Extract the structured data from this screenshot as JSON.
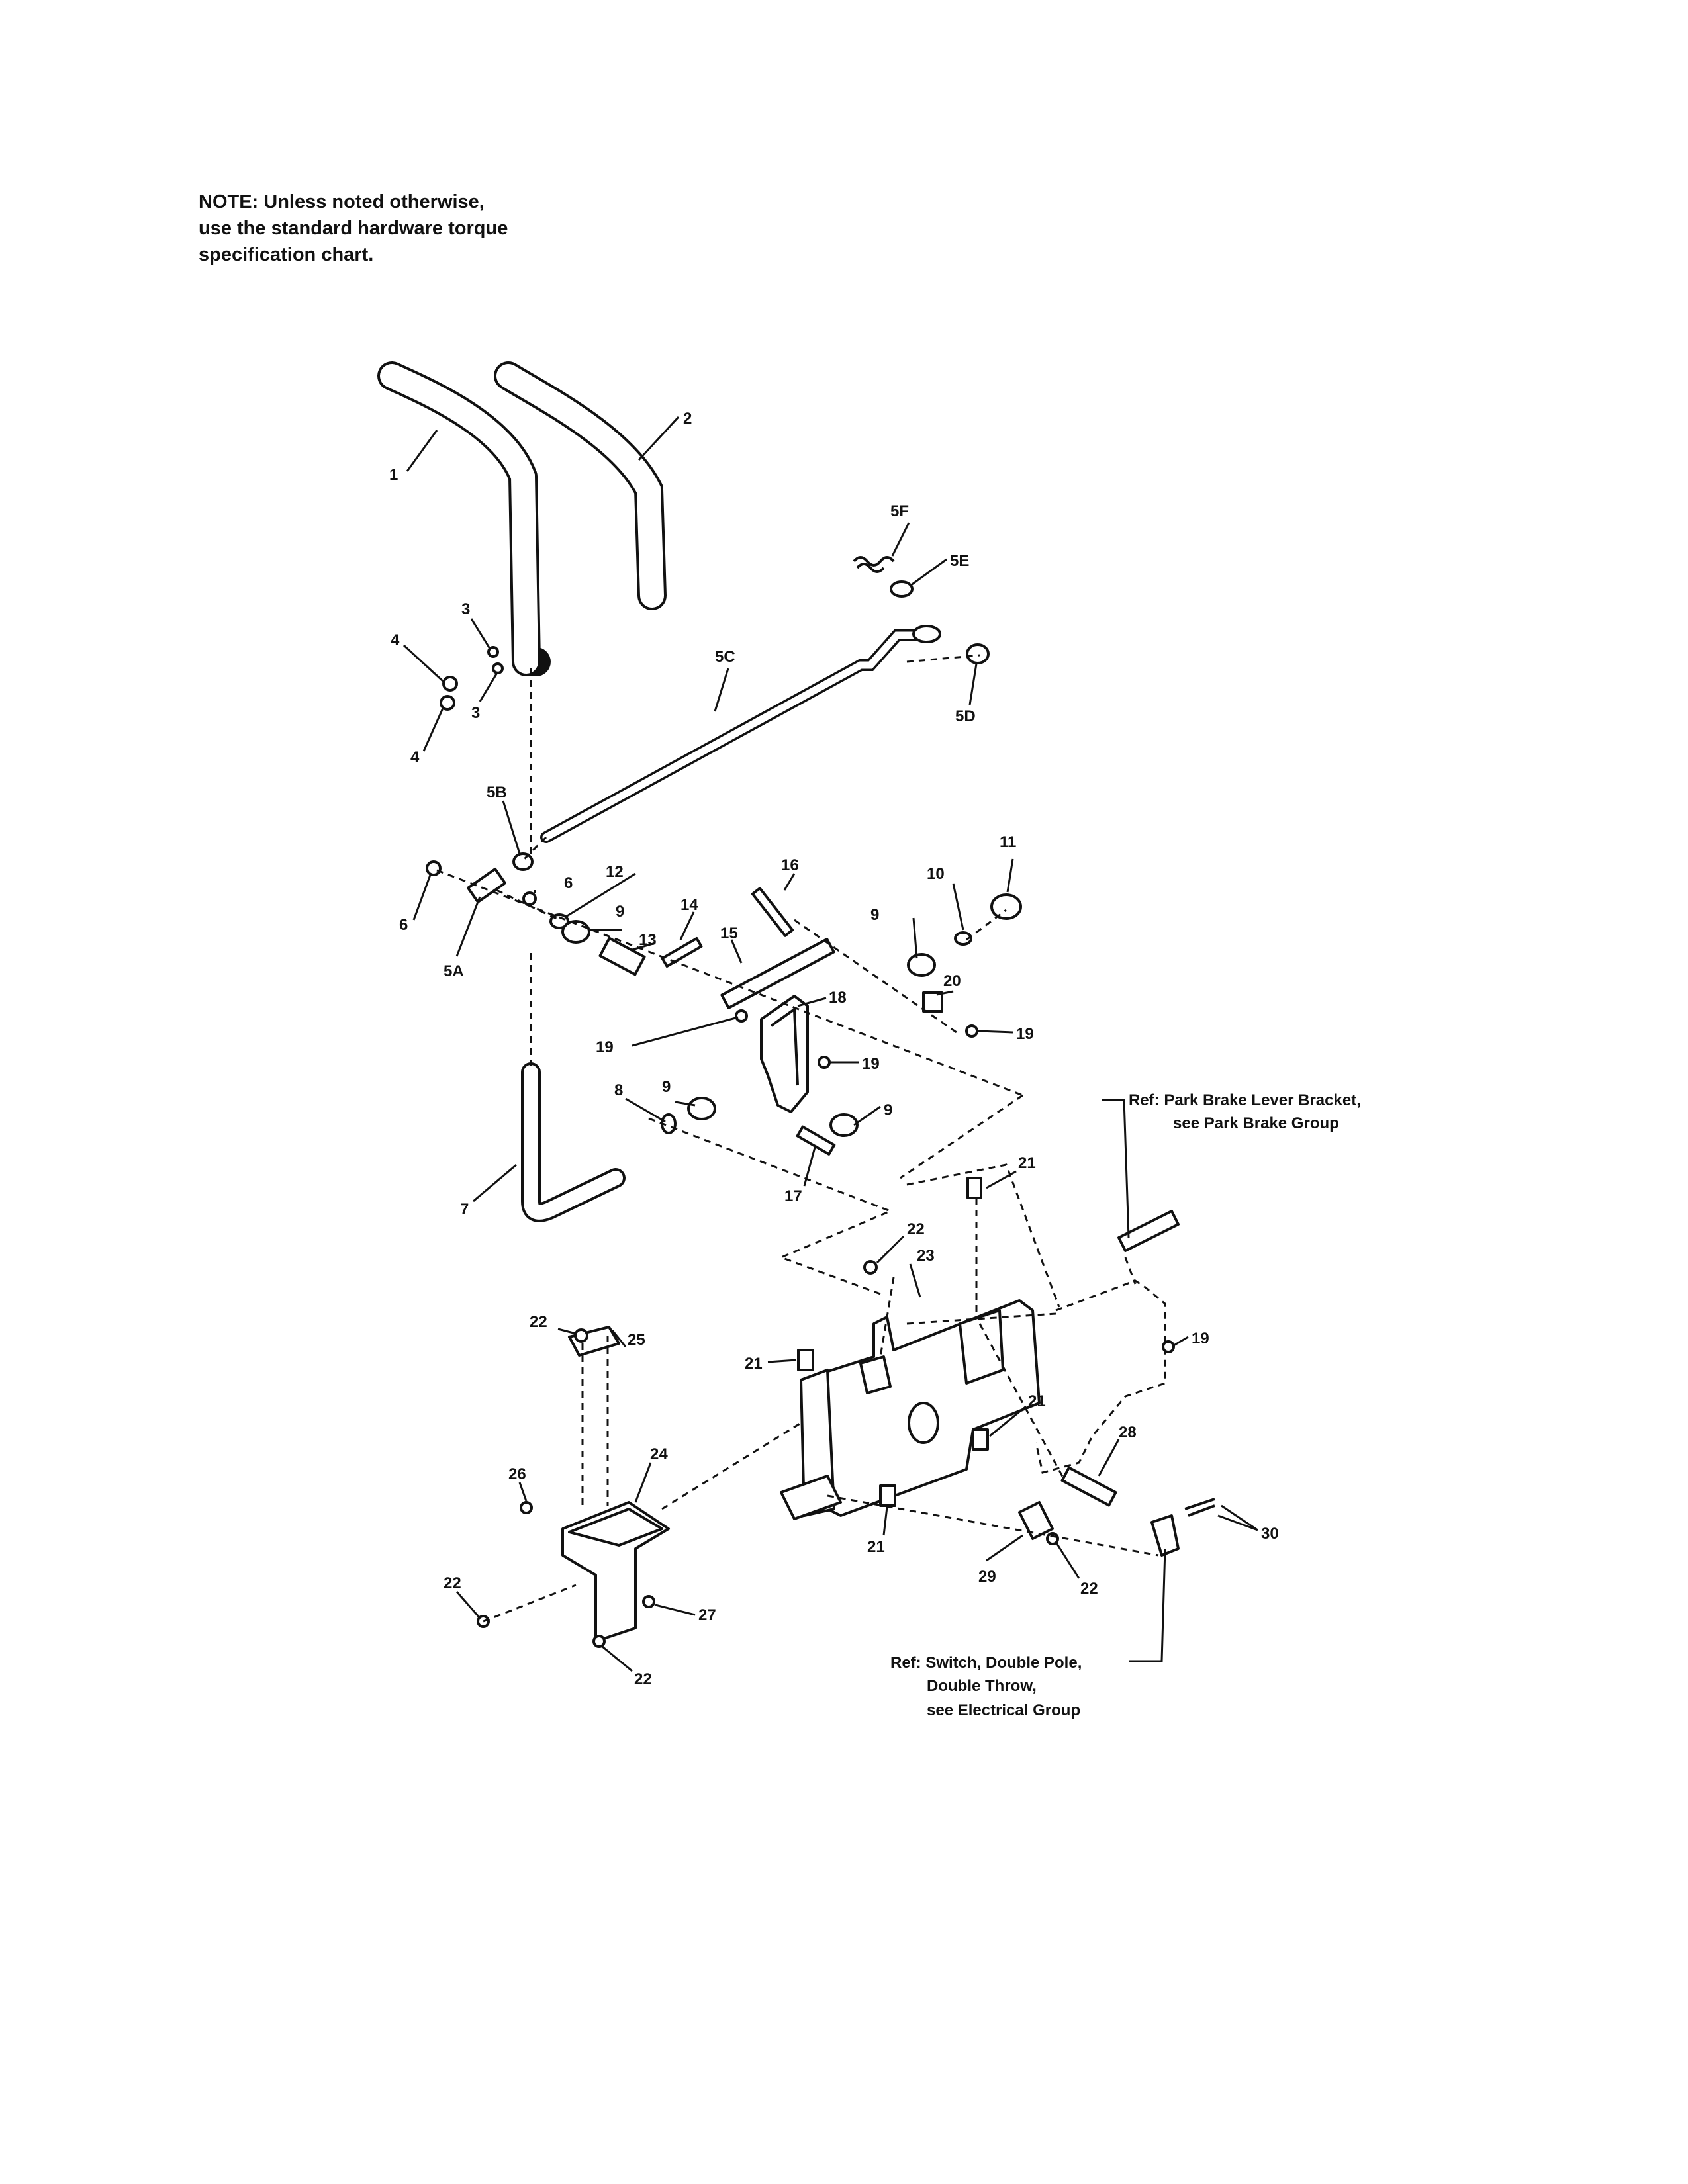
{
  "note": {
    "lines": [
      "NOTE: Unless noted otherwise,",
      "use the standard hardware torque",
      "specification chart."
    ]
  },
  "callouts": [
    {
      "id": "c1",
      "text": "1"
    },
    {
      "id": "c2",
      "text": "2"
    },
    {
      "id": "c3a",
      "text": "3"
    },
    {
      "id": "c3b",
      "text": "3"
    },
    {
      "id": "c4a",
      "text": "4"
    },
    {
      "id": "c4b",
      "text": "4"
    },
    {
      "id": "c5f",
      "text": "5F"
    },
    {
      "id": "c5e",
      "text": "5E"
    },
    {
      "id": "c5c",
      "text": "5C"
    },
    {
      "id": "c5d",
      "text": "5D"
    },
    {
      "id": "c5b",
      "text": "5B"
    },
    {
      "id": "c5a",
      "text": "5A"
    },
    {
      "id": "c6a",
      "text": "6"
    },
    {
      "id": "c6b",
      "text": "6"
    },
    {
      "id": "c7",
      "text": "7"
    },
    {
      "id": "c8",
      "text": "8"
    },
    {
      "id": "c9a",
      "text": "9"
    },
    {
      "id": "c9b",
      "text": "9"
    },
    {
      "id": "c9c",
      "text": "9"
    },
    {
      "id": "c9d",
      "text": "9"
    },
    {
      "id": "c10",
      "text": "10"
    },
    {
      "id": "c11",
      "text": "11"
    },
    {
      "id": "c12",
      "text": "12"
    },
    {
      "id": "c13",
      "text": "13"
    },
    {
      "id": "c14",
      "text": "14"
    },
    {
      "id": "c15",
      "text": "15"
    },
    {
      "id": "c16",
      "text": "16"
    },
    {
      "id": "c17",
      "text": "17"
    },
    {
      "id": "c18",
      "text": "18"
    },
    {
      "id": "c19a",
      "text": "19"
    },
    {
      "id": "c19b",
      "text": "19"
    },
    {
      "id": "c19c",
      "text": "19"
    },
    {
      "id": "c19d",
      "text": "19"
    },
    {
      "id": "c20",
      "text": "20"
    },
    {
      "id": "c21a",
      "text": "21"
    },
    {
      "id": "c21b",
      "text": "21"
    },
    {
      "id": "c21c",
      "text": "21"
    },
    {
      "id": "c21d",
      "text": "21"
    },
    {
      "id": "c22a",
      "text": "22"
    },
    {
      "id": "c22b",
      "text": "22"
    },
    {
      "id": "c22c",
      "text": "22"
    },
    {
      "id": "c22d",
      "text": "22"
    },
    {
      "id": "c22e",
      "text": "22"
    },
    {
      "id": "c23",
      "text": "23"
    },
    {
      "id": "c24",
      "text": "24"
    },
    {
      "id": "c25",
      "text": "25"
    },
    {
      "id": "c26",
      "text": "26"
    },
    {
      "id": "c27",
      "text": "27"
    },
    {
      "id": "c28",
      "text": "28"
    },
    {
      "id": "c29",
      "text": "29"
    },
    {
      "id": "c30",
      "text": "30"
    }
  ],
  "refs": {
    "park_brake": [
      "Ref: Park Brake Lever  Bracket,",
      "see  Park Brake Group"
    ],
    "switch": [
      "Ref: Switch, Double Pole,",
      "Double Throw,",
      "see Electrical Group"
    ]
  }
}
